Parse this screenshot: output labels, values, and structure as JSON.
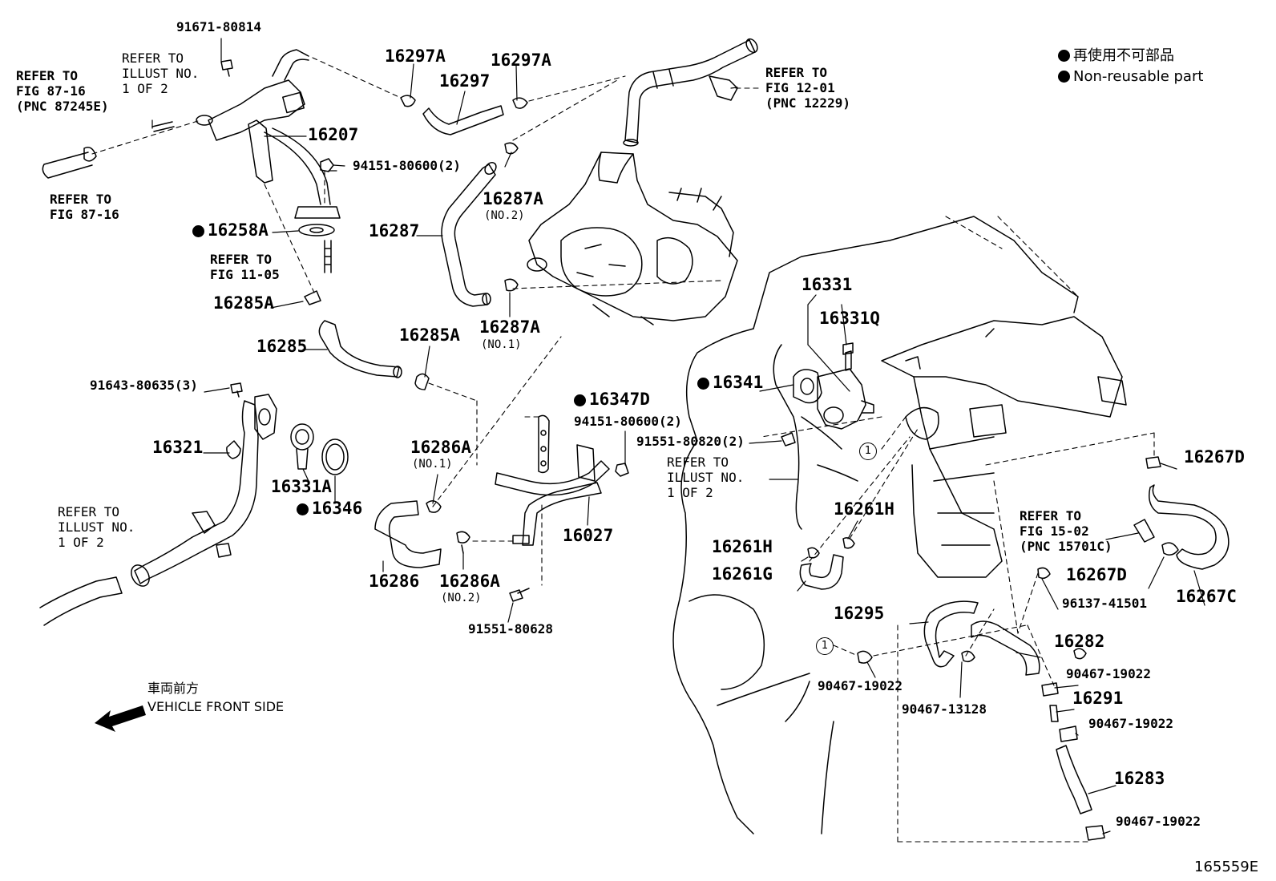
{
  "legend": {
    "jp": "再使用不可部品",
    "en": "Non-reusable part"
  },
  "front": {
    "jp": "車両前方",
    "en": "VEHICLE FRONT SIDE"
  },
  "figure_id": "165559E",
  "callout_marker": "1",
  "parts": {
    "p91671_80814": "91671-80814",
    "p16297A_1": "16297A",
    "p16297": "16297",
    "p16297A_2": "16297A",
    "p16207": "16207",
    "p94151_top": "94151-80600(2)",
    "p16258A": "16258A",
    "p16287A_2": "16287A",
    "p16287A_2_sub": "(NO.2)",
    "p16287": "16287",
    "p16285A_1": "16285A",
    "p16287A_1": "16287A",
    "p16287A_1_sub": "(NO.1)",
    "p16285": "16285",
    "p16285A_2": "16285A",
    "p91643": "91643-80635(3)",
    "p16347D": "16347D",
    "p94151_mid": "94151-80600(2)",
    "p16321": "16321",
    "p16286A_1": "16286A",
    "p16286A_1_sub": "(NO.1)",
    "p16331A": "16331A",
    "p16346": "16346",
    "p16027": "16027",
    "p16286": "16286",
    "p16286A_2": "16286A",
    "p16286A_2_sub": "(NO.2)",
    "p91551_80628": "91551-80628",
    "p16331": "16331",
    "p16331Q": "16331Q",
    "p16341": "16341",
    "p91551_80820": "91551-80820(2)",
    "p16267D_1": "16267D",
    "p16261H_1": "16261H",
    "p16261H_2": "16261H",
    "p16261G": "16261G",
    "p16267D_2": "16267D",
    "p96137": "96137-41501",
    "p16267C": "16267C",
    "p16295": "16295",
    "p16282": "16282",
    "p90467_19022_a": "90467-19022",
    "p90467_19022_b": "90467-19022",
    "p16291": "16291",
    "p90467_13128": "90467-13128",
    "p90467_19022_c": "90467-19022",
    "p16283": "16283",
    "p90467_19022_d": "90467-19022"
  },
  "refs": {
    "r_fig87_16_top": "REFER TO\nFIG 87-16\n(PNC 87245E)",
    "r_illust_top": "REFER TO\nILLUST NO.\n1 OF 2",
    "r_fig87_16_bot": "REFER TO\nFIG 87-16",
    "r_fig12_01": "REFER TO\nFIG 12-01\n(PNC 12229)",
    "r_fig11_05": "REFER TO\nFIG 11-05",
    "r_illust_left": "REFER TO\nILLUST NO.\n1 OF 2",
    "r_illust_mid": "REFER TO\nILLUST NO.\n1 OF 2",
    "r_fig15_02": "REFER TO\nFIG 15-02\n(PNC 15701C)"
  }
}
